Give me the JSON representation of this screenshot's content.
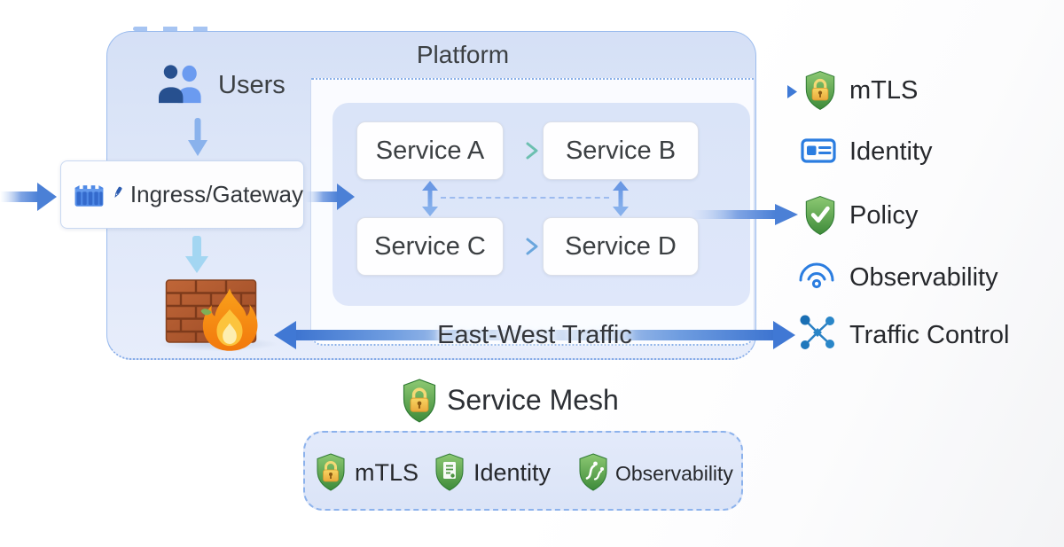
{
  "platform": {
    "title": "Platform",
    "users_label": "Users",
    "ingress_label": "Ingress/Gateway",
    "services": [
      {
        "label": "Service A"
      },
      {
        "label": "Service B"
      },
      {
        "label": "Service C"
      },
      {
        "label": "Service D"
      }
    ],
    "east_west_label": "East-West Traffic"
  },
  "capabilities": [
    {
      "label": "mTLS",
      "icon": "shield-lock-icon"
    },
    {
      "label": "Identity",
      "icon": "id-card-icon"
    },
    {
      "label": "Policy",
      "icon": "shield-check-icon"
    },
    {
      "label": "Observability",
      "icon": "wifi-arcs-icon"
    },
    {
      "label": "Traffic Control",
      "icon": "network-nodes-icon"
    }
  ],
  "service_mesh": {
    "title": "Service Mesh",
    "icon": "shield-lock-icon",
    "features": [
      {
        "label": "mTLS",
        "icon": "shield-lock-icon"
      },
      {
        "label": "Identity",
        "icon": "shield-certificate-icon"
      },
      {
        "label": "Observability",
        "icon": "shield-routes-icon"
      }
    ]
  },
  "colors": {
    "platform_fill": "#dde6f8",
    "platform_border": "#9bbcee",
    "arrow_blue": "#4b80d6",
    "arrow_light_blue": "#a3d6f2",
    "arrow_teal": "#5fbca4",
    "shield_green": "#4a9340",
    "lock_gold": "#f0c14b",
    "icon_blue": "#2b7de0",
    "brick_red": "#a5522c",
    "text_dark": "#3c4043"
  }
}
